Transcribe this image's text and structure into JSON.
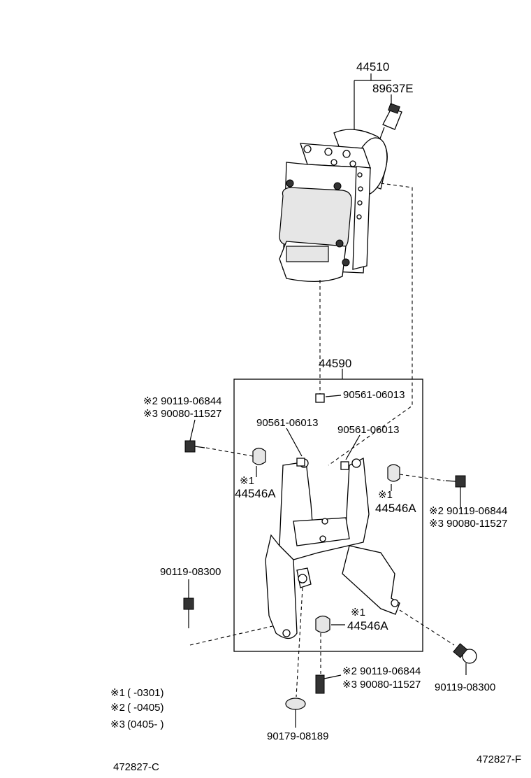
{
  "labels": {
    "p44510": "44510",
    "p89637E": "89637E",
    "p44590": "44590",
    "p90561_a": "90561-06013",
    "p90561_b": "90561-06013",
    "p90561_c": "90561-06013",
    "left_bolt_note2": "※2 90119-06844",
    "left_bolt_note3": "※3 90080-11527",
    "right_bolt_note2": "※2 90119-06844",
    "right_bolt_note3": "※3 90080-11527",
    "bottom_bolt_note2": "※2 90119-06844",
    "bottom_bolt_note3": "※3 90080-11527",
    "grommet_left_mark": "※1",
    "grommet_left_part": "44546A",
    "grommet_right_mark": "※1",
    "grommet_right_part": "44546A",
    "grommet_bottom_mark": "※1",
    "grommet_bottom_part": "44546A",
    "p90119_08300_left": "90119-08300",
    "p90119_08300_right": "90119-08300",
    "p90179_08189": "90179-08189"
  },
  "legend": [
    {
      "mark": "※1",
      "range": "(      -0301)"
    },
    {
      "mark": "※2",
      "range": "(      -0405)"
    },
    {
      "mark": "※3",
      "range": "(0405-      )"
    }
  ],
  "footer": {
    "left_code": "472827-C",
    "right_code": "472827-F"
  }
}
